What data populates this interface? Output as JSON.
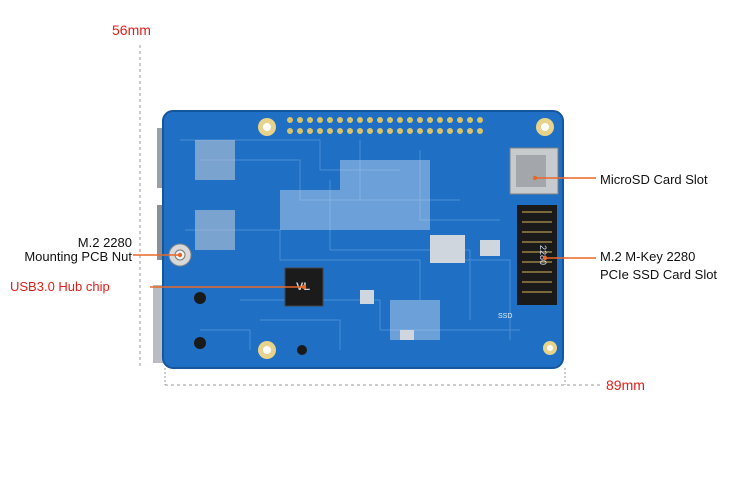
{
  "dimensions": {
    "width_label": "56mm",
    "length_label": "89mm"
  },
  "callouts": {
    "microsd": "MicroSD Card Slot",
    "m2_slot_line1": "M.2 M-Key 2280",
    "m2_slot_line2": "PCIe SSD Card Slot",
    "m2_nut_line1": "M.2 2280",
    "m2_nut_line2": "Mounting PCB Nut",
    "usb_hub": "USB3.0 Hub chip"
  },
  "board_marks": {
    "chip_text": "VL",
    "m2_marking": "2280",
    "ssd_mark": "SSD"
  },
  "colors": {
    "pcb": "#1f6fc4",
    "callout_line": "#e8682a",
    "dimension": "#e0201b"
  }
}
